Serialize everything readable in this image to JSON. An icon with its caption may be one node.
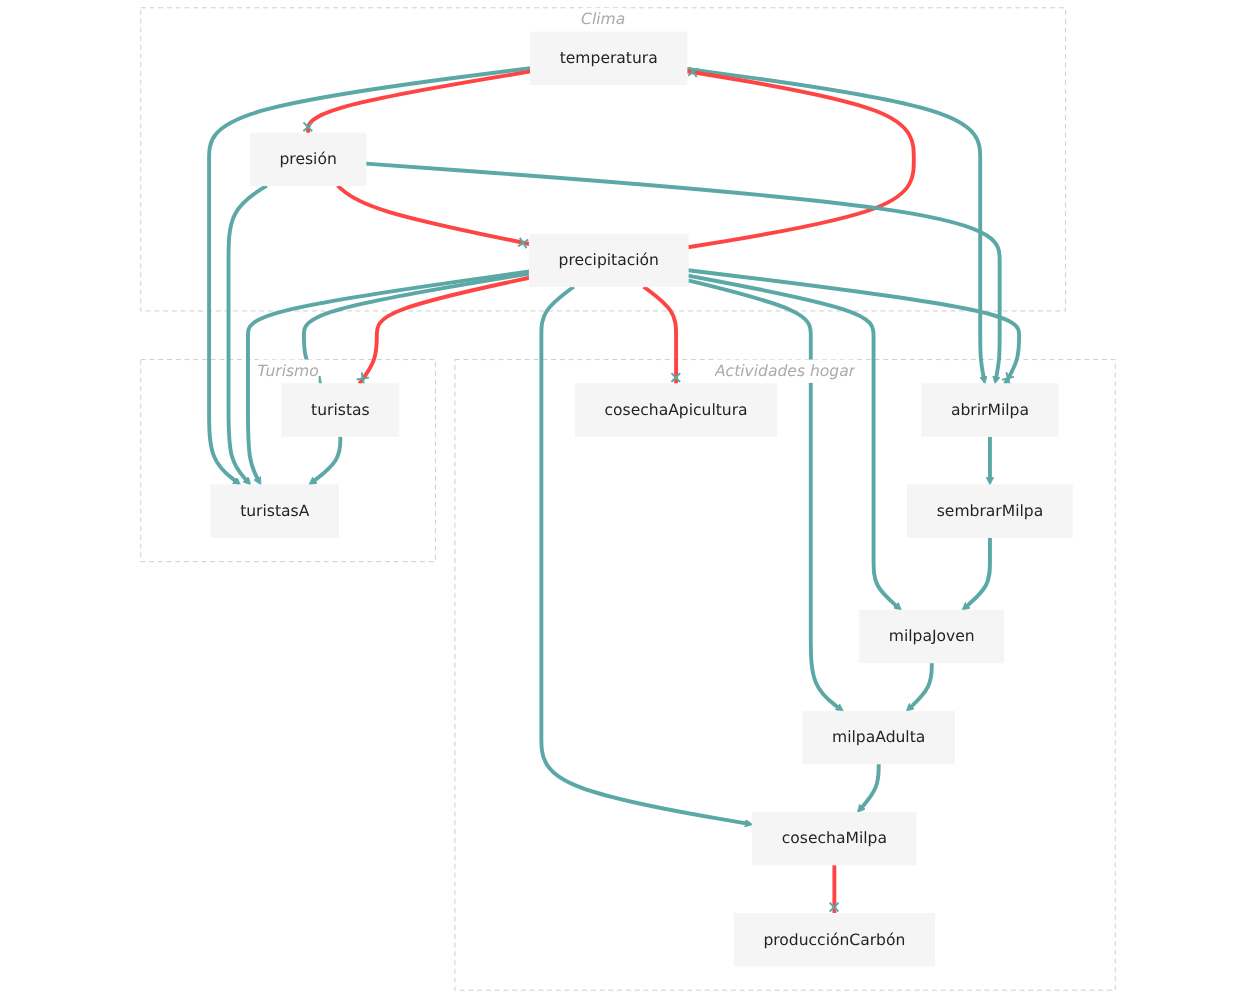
{
  "diagram": {
    "nodes": [
      {
        "text": [
          "Clima"
        ]
      },
      {
        "text": [
          "temperatura"
        ],
        "in": 0
      },
      {
        "text": [
          "presión"
        ],
        "in": 0
      },
      {
        "text": [
          "precipitación"
        ],
        "in": 0
      },
      {
        "text": [
          "Actividades hogar"
        ]
      },
      {
        "text": [
          "abrirMilpa"
        ],
        "in": 4
      },
      {
        "text": [
          "cosechaApicultura"
        ],
        "in": 4
      },
      {
        "text": [
          "sembrarMilpa"
        ],
        "in": 4
      },
      {
        "text": [
          "milpaJoven"
        ],
        "in": 4
      },
      {
        "text": [
          "milpaAdulta"
        ],
        "in": 4
      },
      {
        "text": [
          "producciónCarbón"
        ],
        "in": 4
      },
      {
        "text": [
          "cosechaMilpa"
        ],
        "in": 4
      },
      {
        "text": [
          "Turismo"
        ]
      },
      {
        "text": [
          "turistas"
        ],
        "in": 12
      },
      {
        "text": [
          "turistasA"
        ],
        "in": 12
      }
    ],
    "edges": [
      {
        "from": 1,
        "to": 5,
        "arrow": "to"
      },
      {
        "from": 1,
        "to": 14,
        "arrow": "to"
      },
      {
        "from": 1,
        "to": 2,
        "arrow": "other",
        "color": "#ff4444"
      },
      {
        "from": 3,
        "to": 1,
        "arrow": "other",
        "color": "#ff4444"
      },
      {
        "from": 2,
        "to": 3,
        "arrow": "other",
        "color": "#ff4444"
      },
      {
        "from": 2,
        "to": 5,
        "arrow": "to"
      },
      {
        "from": 2,
        "to": 14,
        "arrow": "to"
      },
      {
        "from": 3,
        "to": 5,
        "arrow": "other"
      },
      {
        "from": 3,
        "to": 6,
        "arrow": "other",
        "color": "#ff4444"
      },
      {
        "from": 3,
        "to": 8,
        "arrow": "to"
      },
      {
        "from": 3,
        "to": 9,
        "arrow": "to"
      },
      {
        "from": 3,
        "to": 11,
        "arrow": "to"
      },
      {
        "from": 3,
        "to": 13,
        "arrow": "to"
      },
      {
        "from": 3,
        "to": 14,
        "arrow": "to"
      },
      {
        "from": 3,
        "to": 13,
        "arrow": "other",
        "color": "#ff4444"
      },
      {
        "from": 5,
        "to": 7,
        "arrow": "to"
      },
      {
        "from": 7,
        "to": 8,
        "arrow": "to"
      },
      {
        "from": 8,
        "to": 9,
        "arrow": "to"
      },
      {
        "from": 9,
        "to": 11,
        "arrow": "to"
      },
      {
        "from": 11,
        "to": 10,
        "arrow": "other",
        "color": "#ff4444"
      },
      {
        "from": 13,
        "to": 14,
        "arrow": "to"
      }
    ]
  }
}
